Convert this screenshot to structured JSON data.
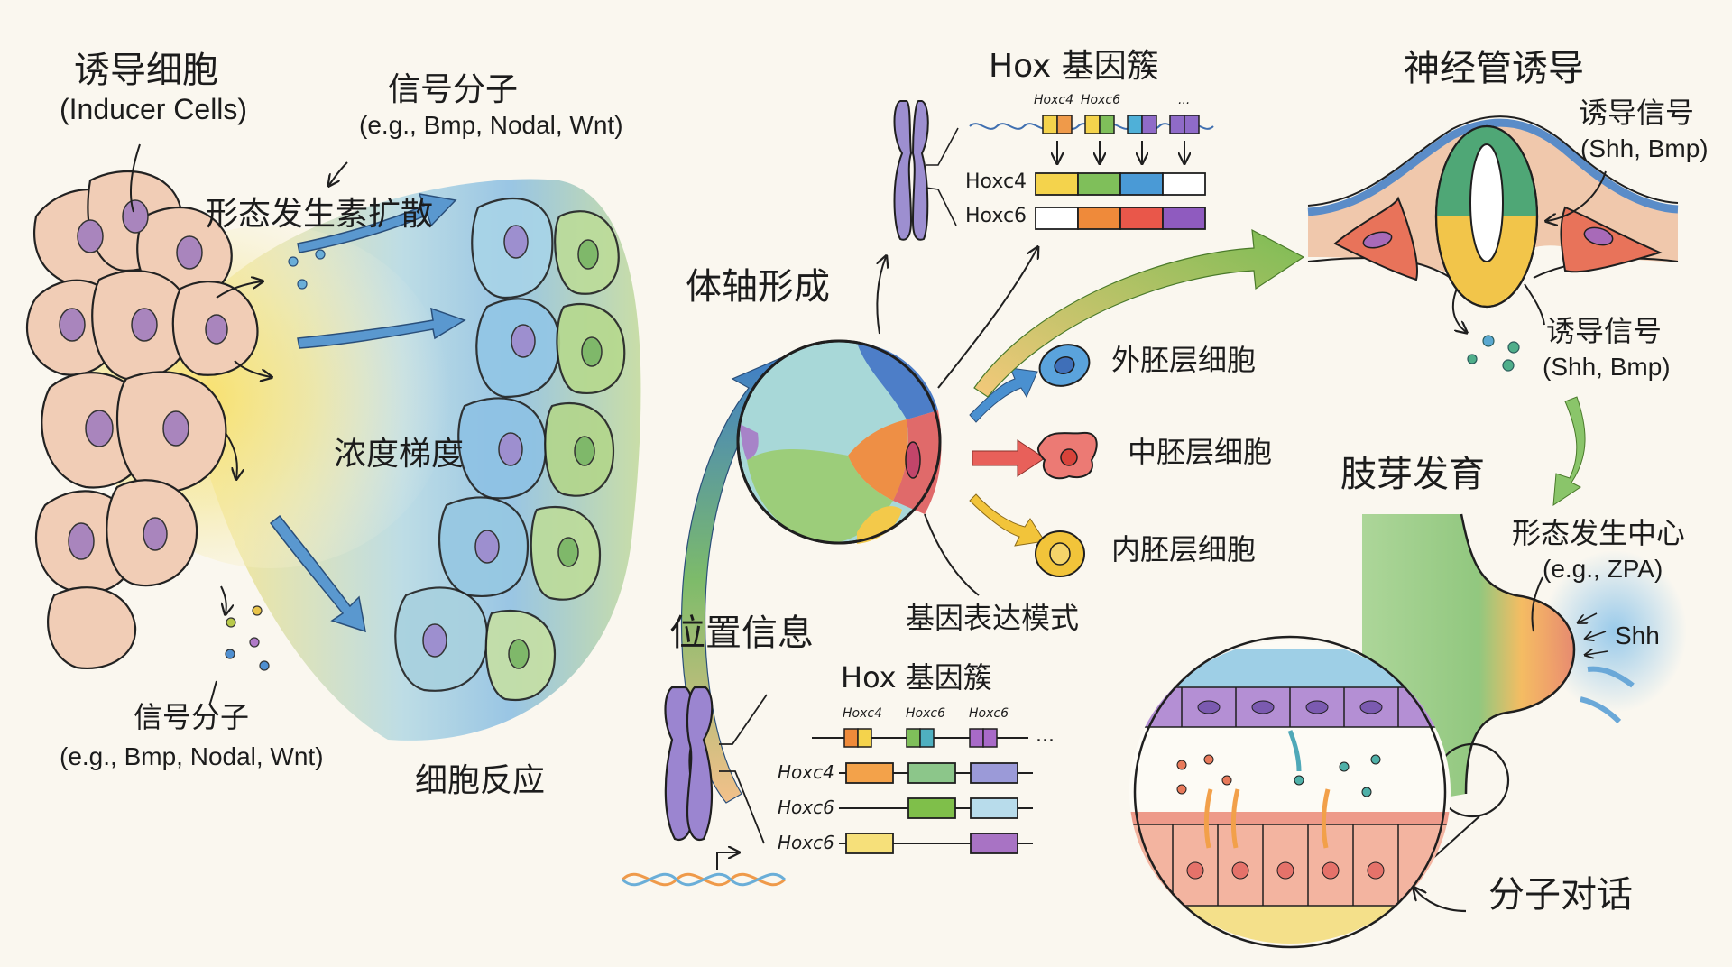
{
  "left_panel": {
    "inducer_title": "诱导细胞",
    "inducer_subtitle": "(Inducer Cells)",
    "signal_top_title": "信号分子",
    "signal_top_examples": "(e.g., Bmp, Nodal, Wnt)",
    "morphogen_diffusion": "形态发生素扩散",
    "concentration_gradient": "浓度梯度",
    "signal_bottom_title": "信号分子",
    "signal_bottom_examples": "(e.g., Bmp, Nodal, Wnt)",
    "cell_response": "细胞反应"
  },
  "center_panel": {
    "body_axis": "体轴形成",
    "hox_top": {
      "title": "Hox 基因簇",
      "dna_labels": [
        "Hoxc4",
        "Hoxc6",
        "..."
      ],
      "rows": [
        {
          "label": "Hoxc4",
          "colors": [
            "#f4d34c",
            "#7fbf5a",
            "#4a9ad6",
            "#ffffff"
          ]
        },
        {
          "label": "Hoxc6",
          "colors": [
            "#ffffff",
            "#ef8a3a",
            "#e9574a",
            "#8f5bbf"
          ]
        }
      ]
    },
    "germ_layers": [
      {
        "label": "外胚层细胞",
        "color": "#4a90d0"
      },
      {
        "label": "中胚层细胞",
        "color": "#e8605a"
      },
      {
        "label": "内胚层细胞",
        "color": "#f2c43a"
      }
    ],
    "gene_expression": "基因表达模式",
    "positional_info": "位置信息",
    "hox_bottom": {
      "title": "Hox 基因簇",
      "cluster_labels": [
        "Hoxc4",
        "Hoxc6",
        "Hoxc6"
      ],
      "ellipsis": "...",
      "rows": [
        {
          "label": "Hoxc4",
          "colors": [
            "#f3a24a",
            "#8cc68a",
            "#9b9ad8"
          ]
        },
        {
          "label": "Hoxc6",
          "colors": [
            null,
            "#7fbf4a",
            "#b8dceb"
          ]
        },
        {
          "label": "Hoxc6",
          "colors": [
            "#f6e07a",
            null,
            "#a873c4"
          ]
        }
      ]
    }
  },
  "right_panel": {
    "neural_tube_title": "神经管诱导",
    "induce_signal_1_title": "诱导信号",
    "induce_signal_1_sub": "(Shh, Bmp)",
    "induce_signal_2_title": "诱导信号",
    "induce_signal_2_sub": "(Shh, Bmp)",
    "limb_bud_title": "肢芽发育",
    "organizer_title": "形态发生中心",
    "organizer_sub": "(e.g., ZPA)",
    "shh_label": "Shh",
    "molecular_dialogue": "分子对话"
  }
}
